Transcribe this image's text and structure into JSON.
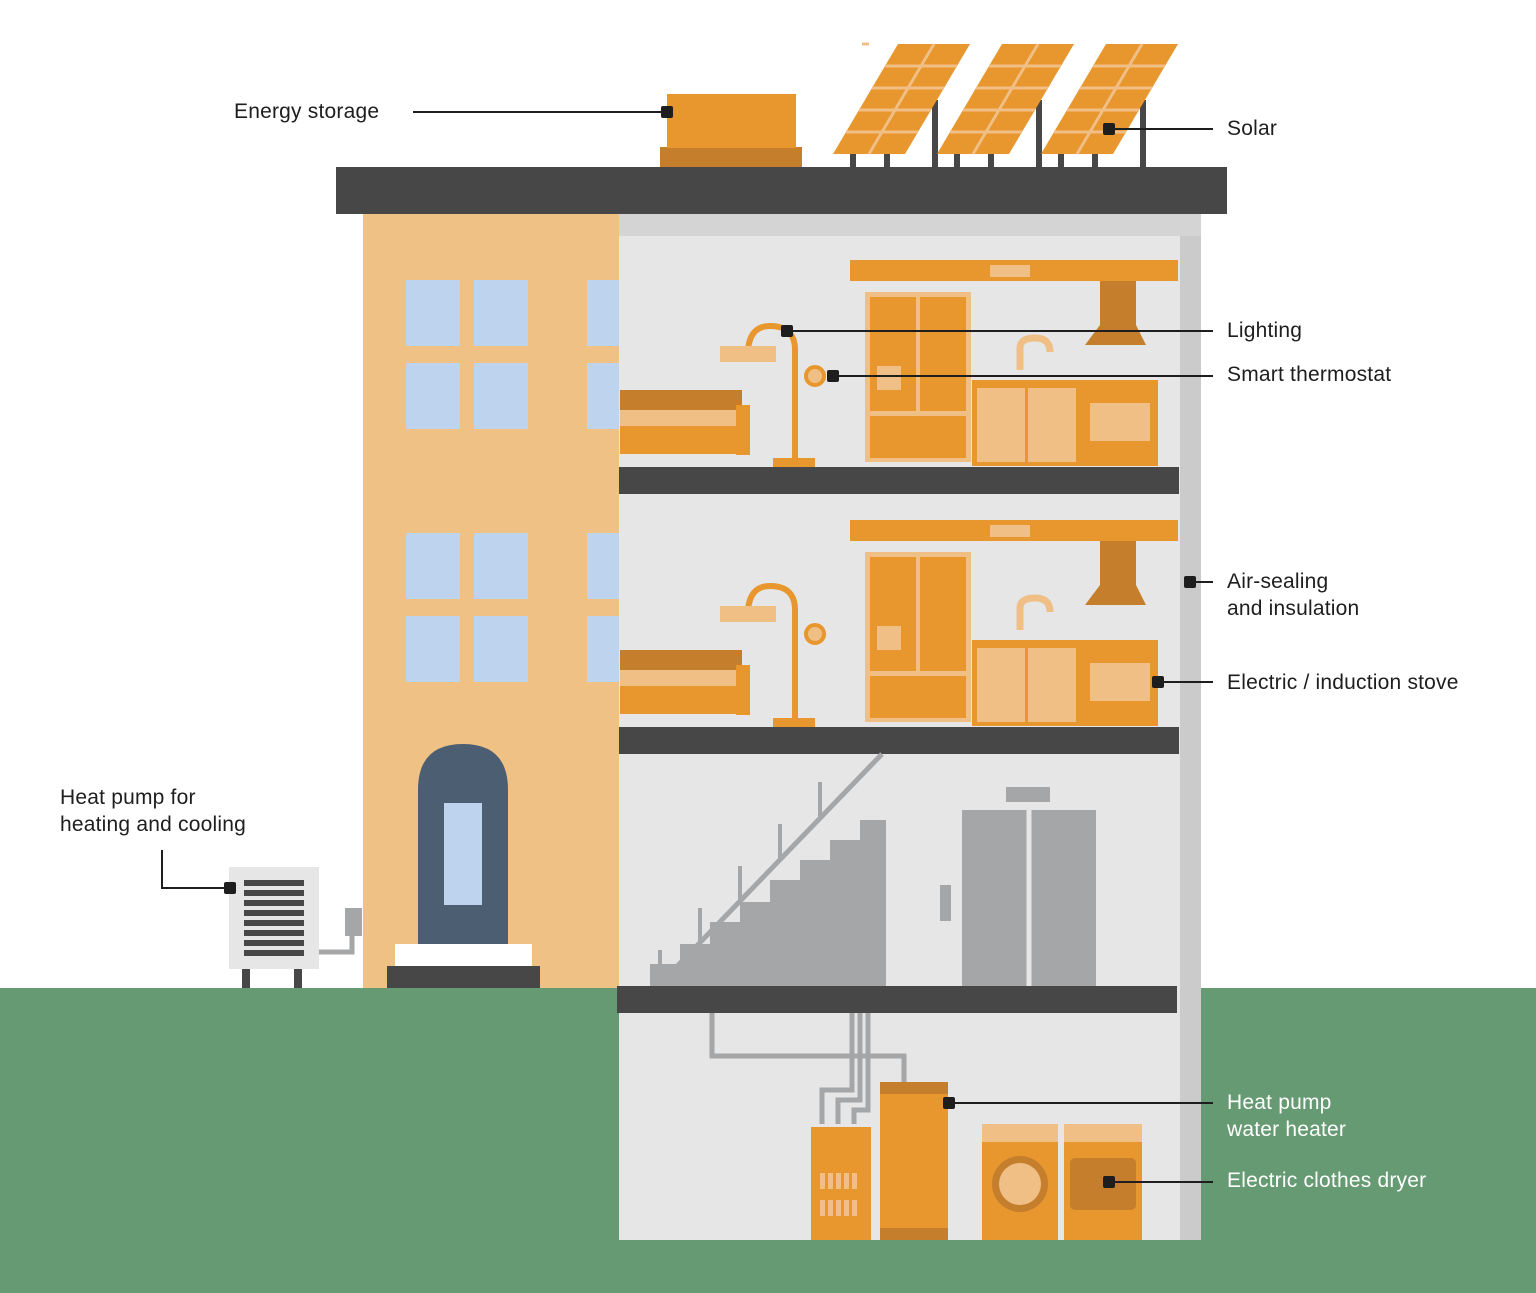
{
  "colors": {
    "orange": "#e8962e",
    "orange_light": "#f0bf85",
    "orange_dark": "#c57f2c",
    "dark_gray": "#474747",
    "wall_gray": "#e6e6e6",
    "mid_gray": "#a5a6a8",
    "window_blue": "#bdd3ee",
    "door_blue": "#4c5e72",
    "ground_green": "#659a72"
  },
  "labels": {
    "energy_storage": "Energy storage",
    "solar": "Solar",
    "lighting": "Lighting",
    "smart_thermostat": "Smart thermostat",
    "air_sealing_line1": "Air-sealing",
    "air_sealing_line2": "and insulation",
    "stove": "Electric / induction stove",
    "heat_pump_line1": "Heat pump for",
    "heat_pump_line2": "heating and cooling",
    "water_heater_line1": "Heat pump",
    "water_heater_line2": "water heater",
    "dryer": "Electric clothes dryer"
  }
}
